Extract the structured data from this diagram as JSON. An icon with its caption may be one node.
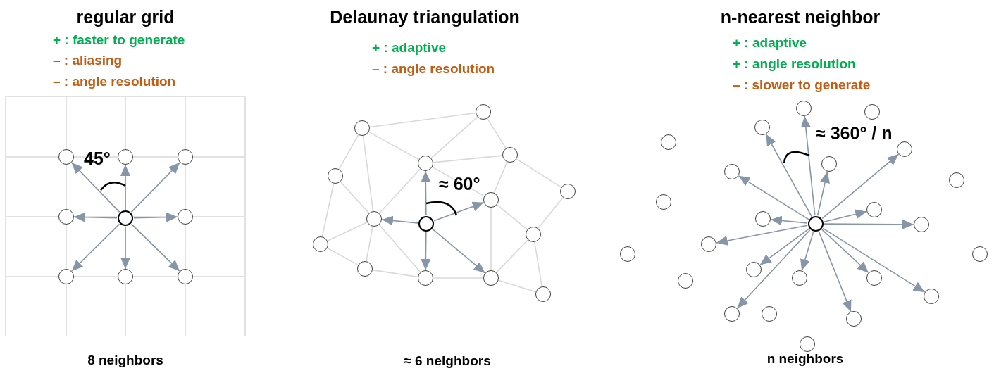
{
  "diagram": {
    "nodes": [
      {
        "text": [],
        "shape": "circle"
      },
      {
        "text": [],
        "shape": "circle"
      },
      {
        "text": [],
        "shape": "circle"
      },
      {
        "text": [],
        "shape": "circle"
      },
      {
        "text": [],
        "shape": "circle"
      },
      {
        "text": [],
        "shape": "circle"
      },
      {
        "text": [],
        "shape": "circle"
      },
      {
        "text": [],
        "shape": "circle"
      },
      {
        "text": [],
        "shape": "circle"
      },
      {
        "text": [],
        "shape": "circle"
      },
      {
        "text": [],
        "shape": "circle"
      },
      {
        "text": [],
        "shape": "circle"
      },
      {
        "text": [],
        "shape": "circle"
      },
      {
        "text": [],
        "shape": "circle"
      },
      {
        "text": [],
        "shape": "circle"
      },
      {
        "text": [],
        "shape": "circle"
      },
      {
        "text": [],
        "shape": "circle"
      },
      {
        "text": [],
        "shape": "circle"
      },
      {
        "text": [],
        "shape": "circle"
      },
      {
        "text": [],
        "shape": "circle"
      },
      {
        "text": [],
        "shape": "circle"
      },
      {
        "text": [],
        "shape": "circle"
      },
      {
        "text": [],
        "shape": "circle"
      },
      {
        "text": [],
        "shape": "circle"
      },
      {
        "text": [],
        "shape": "circle"
      },
      {
        "text": [],
        "shape": "circle"
      },
      {
        "text": [],
        "shape": "circle"
      },
      {
        "text": [],
        "shape": "circle"
      },
      {
        "text": [],
        "shape": "circle"
      },
      {
        "text": [],
        "shape": "circle"
      },
      {
        "text": [],
        "shape": "circle"
      },
      {
        "text": [],
        "shape": "circle"
      },
      {
        "text": [],
        "shape": "circle"
      },
      {
        "text": [],
        "shape": "circle"
      },
      {
        "text": [],
        "shape": "circle"
      },
      {
        "text": [],
        "shape": "circle"
      },
      {
        "text": [],
        "shape": "circle"
      },
      {
        "text": [],
        "shape": "circle"
      },
      {
        "text": [],
        "shape": "circle"
      },
      {
        "text": [],
        "shape": "circle"
      },
      {
        "text": [],
        "shape": "circle"
      },
      {
        "text": [],
        "shape": "circle"
      },
      {
        "text": [],
        "shape": "circle"
      },
      {
        "text": [],
        "shape": "circle"
      },
      {
        "text": [],
        "shape": "circle"
      },
      {
        "text": [],
        "shape": "circle"
      },
      {
        "text": [],
        "shape": "circle"
      },
      {
        "text": [],
        "shape": "circle"
      },
      {
        "text": [],
        "shape": "circle"
      }
    ],
    "edges": [
      {
        "from": 4,
        "to": 0,
        "arrow": "to"
      },
      {
        "from": 4,
        "to": 1,
        "arrow": "to"
      },
      {
        "from": 4,
        "to": 2,
        "arrow": "to"
      },
      {
        "from": 4,
        "to": 3,
        "arrow": "to"
      },
      {
        "from": 4,
        "to": 5,
        "arrow": "to"
      },
      {
        "from": 4,
        "to": 6,
        "arrow": "to"
      },
      {
        "from": 4,
        "to": 7,
        "arrow": "to"
      },
      {
        "from": 4,
        "to": 8,
        "arrow": "to"
      },
      {
        "from": 17,
        "to": 12,
        "arrow": "to"
      },
      {
        "from": 17,
        "to": 16,
        "arrow": "to"
      },
      {
        "from": 17,
        "to": 15,
        "arrow": "to"
      },
      {
        "from": 17,
        "to": 21,
        "arrow": "to"
      },
      {
        "from": 17,
        "to": 22,
        "arrow": "to"
      },
      {
        "from": 10,
        "to": 9,
        "arrow": "none",
        "color": "#d9d9d9"
      },
      {
        "from": 10,
        "to": 13,
        "arrow": "none",
        "color": "#d9d9d9"
      },
      {
        "from": 10,
        "to": 12,
        "arrow": "none",
        "color": "#d9d9d9"
      },
      {
        "from": 10,
        "to": 16,
        "arrow": "none",
        "color": "#d9d9d9"
      },
      {
        "from": 13,
        "to": 16,
        "arrow": "none",
        "color": "#d9d9d9"
      },
      {
        "from": 13,
        "to": 19,
        "arrow": "none",
        "color": "#d9d9d9"
      },
      {
        "from": 19,
        "to": 16,
        "arrow": "none",
        "color": "#d9d9d9"
      },
      {
        "from": 19,
        "to": 20,
        "arrow": "none",
        "color": "#d9d9d9"
      },
      {
        "from": 20,
        "to": 16,
        "arrow": "none",
        "color": "#d9d9d9"
      },
      {
        "from": 20,
        "to": 21,
        "arrow": "none",
        "color": "#d9d9d9"
      },
      {
        "from": 16,
        "to": 21,
        "arrow": "none",
        "color": "#d9d9d9"
      },
      {
        "from": 16,
        "to": 12,
        "arrow": "none",
        "color": "#d9d9d9"
      },
      {
        "from": 12,
        "to": 9,
        "arrow": "none",
        "color": "#d9d9d9"
      },
      {
        "from": 12,
        "to": 11,
        "arrow": "none",
        "color": "#d9d9d9"
      },
      {
        "from": 12,
        "to": 15,
        "arrow": "none",
        "color": "#d9d9d9"
      },
      {
        "from": 11,
        "to": 9,
        "arrow": "none",
        "color": "#d9d9d9"
      },
      {
        "from": 11,
        "to": 15,
        "arrow": "none",
        "color": "#d9d9d9"
      },
      {
        "from": 11,
        "to": 14,
        "arrow": "none",
        "color": "#d9d9d9"
      },
      {
        "from": 14,
        "to": 18,
        "arrow": "none",
        "color": "#d9d9d9"
      },
      {
        "from": 15,
        "to": 18,
        "arrow": "none",
        "color": "#d9d9d9"
      },
      {
        "from": 15,
        "to": 22,
        "arrow": "none",
        "color": "#d9d9d9"
      },
      {
        "from": 18,
        "to": 22,
        "arrow": "none",
        "color": "#d9d9d9"
      },
      {
        "from": 18,
        "to": 23,
        "arrow": "none",
        "color": "#d9d9d9"
      },
      {
        "from": 22,
        "to": 23,
        "arrow": "none",
        "color": "#d9d9d9"
      },
      {
        "from": 21,
        "to": 22,
        "arrow": "none",
        "color": "#d9d9d9"
      },
      {
        "from": 35,
        "to": 24,
        "arrow": "to"
      },
      {
        "from": 35,
        "to": 26,
        "arrow": "to"
      },
      {
        "from": 35,
        "to": 28,
        "arrow": "to"
      },
      {
        "from": 35,
        "to": 29,
        "arrow": "to"
      },
      {
        "from": 35,
        "to": 30,
        "arrow": "to"
      },
      {
        "from": 35,
        "to": 33,
        "arrow": "to"
      },
      {
        "from": 35,
        "to": 34,
        "arrow": "to"
      },
      {
        "from": 35,
        "to": 36,
        "arrow": "to"
      },
      {
        "from": 35,
        "to": 37,
        "arrow": "to"
      },
      {
        "from": 35,
        "to": 40,
        "arrow": "to"
      },
      {
        "from": 35,
        "to": 41,
        "arrow": "to"
      },
      {
        "from": 35,
        "to": 42,
        "arrow": "to"
      },
      {
        "from": 35,
        "to": 44,
        "arrow": "to"
      },
      {
        "from": 35,
        "to": 45,
        "arrow": "to"
      },
      {
        "from": 35,
        "to": 47,
        "arrow": "to"
      }
    ],
    "labels": [
      "regular grid",
      "+ : faster to generate",
      "– : aliasing",
      "– : angle resolution",
      "Delaunay triangulation",
      "+ : adaptive",
      "– : angle resolution",
      "n-nearest neighbor",
      "+ : adaptive",
      "+ : angle resolution",
      "– : slower to generate",
      "45°",
      "≈ 60°",
      "≈ 360° / n",
      "8 neighbors",
      "≈ 6 neighbors",
      "n neighbors"
    ]
  }
}
